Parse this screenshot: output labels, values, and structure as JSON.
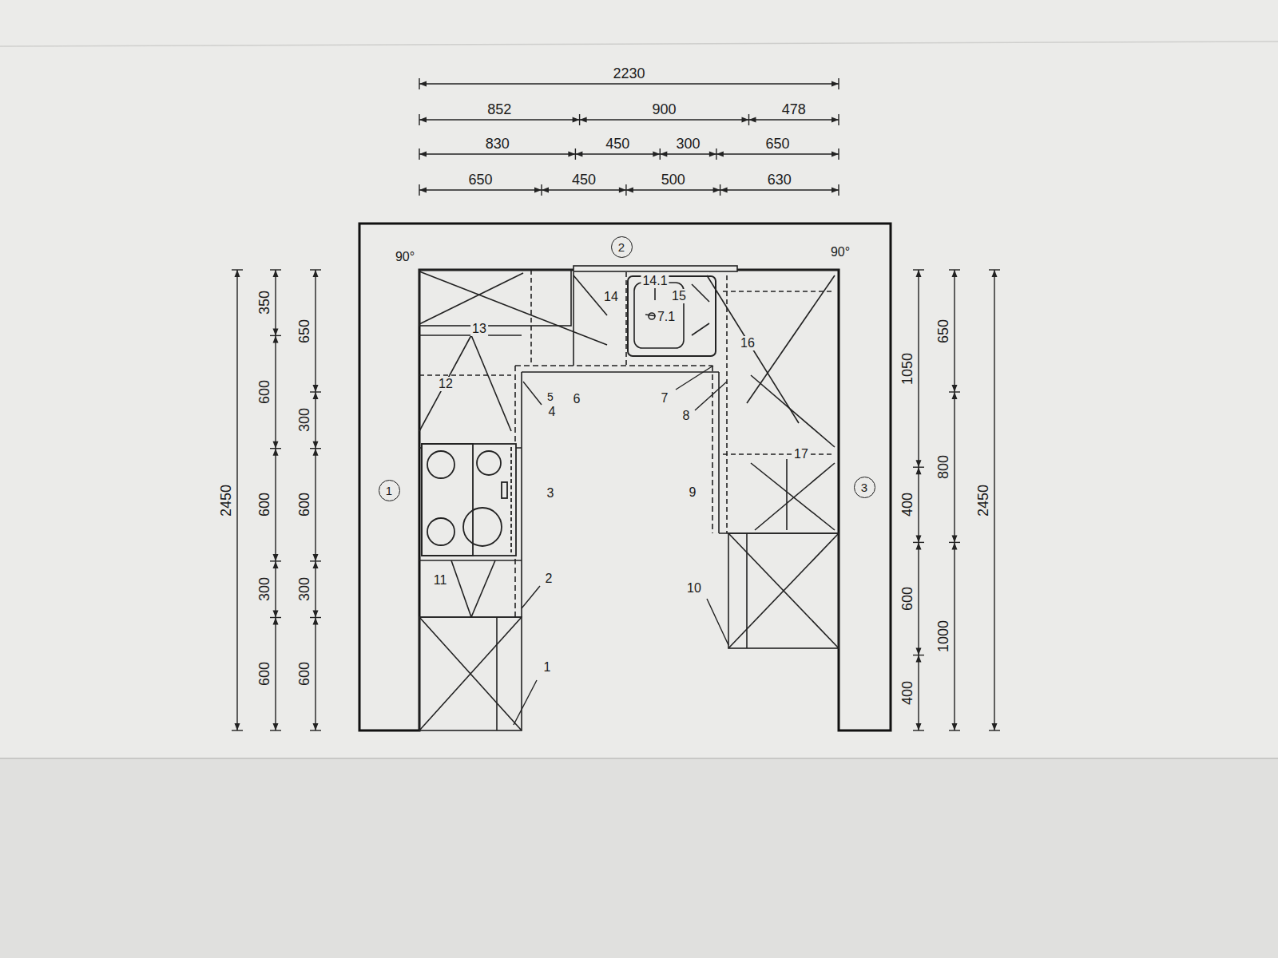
{
  "diagram": {
    "nodes": [
      {
        "text": [
          "2"
        ]
      },
      {
        "text": [
          "1"
        ]
      },
      {
        "text": [
          "3"
        ]
      }
    ],
    "labels": [
      "2230",
      "852",
      "900",
      "478",
      "830",
      "450",
      "300",
      "650",
      "650",
      "450",
      "500",
      "630",
      "90°",
      "90°",
      "14.1",
      "14",
      "15",
      "7.1",
      "13",
      "16",
      "12",
      "5",
      "4",
      "6",
      "7",
      "8",
      "17",
      "3",
      "9",
      "11",
      "2",
      "10",
      "1",
      "2450",
      "350",
      "600",
      "600",
      "300",
      "600",
      "650",
      "300",
      "600",
      "300",
      "600",
      "1050",
      "400",
      "600",
      "400",
      "650",
      "800",
      "1000",
      "2450"
    ]
  }
}
